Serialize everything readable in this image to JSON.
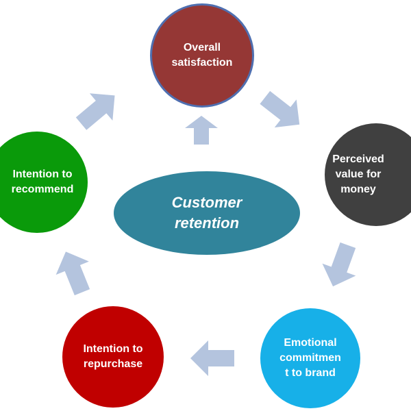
{
  "center": {
    "label": "Customer\nretention",
    "color": "#31849b"
  },
  "nodes": [
    {
      "id": "overall-satisfaction",
      "label": "Overall\nsatisfaction",
      "color": "#953735",
      "border": "#4f6fb0"
    },
    {
      "id": "perceived-value",
      "label": "Perceived\nvalue for\nmoney",
      "color": "#404040"
    },
    {
      "id": "emotional-commitment",
      "label": "Emotional\ncommitmen\nt to brand",
      "color": "#17b0e8"
    },
    {
      "id": "intention-to-repurchase",
      "label": "Intention to\nrepurchase",
      "color": "#c00000"
    },
    {
      "id": "intention-to-recommend",
      "label": "Intention to\nrecommend",
      "color": "#0a9a0a"
    }
  ],
  "arrow_color": "#b4c4de"
}
